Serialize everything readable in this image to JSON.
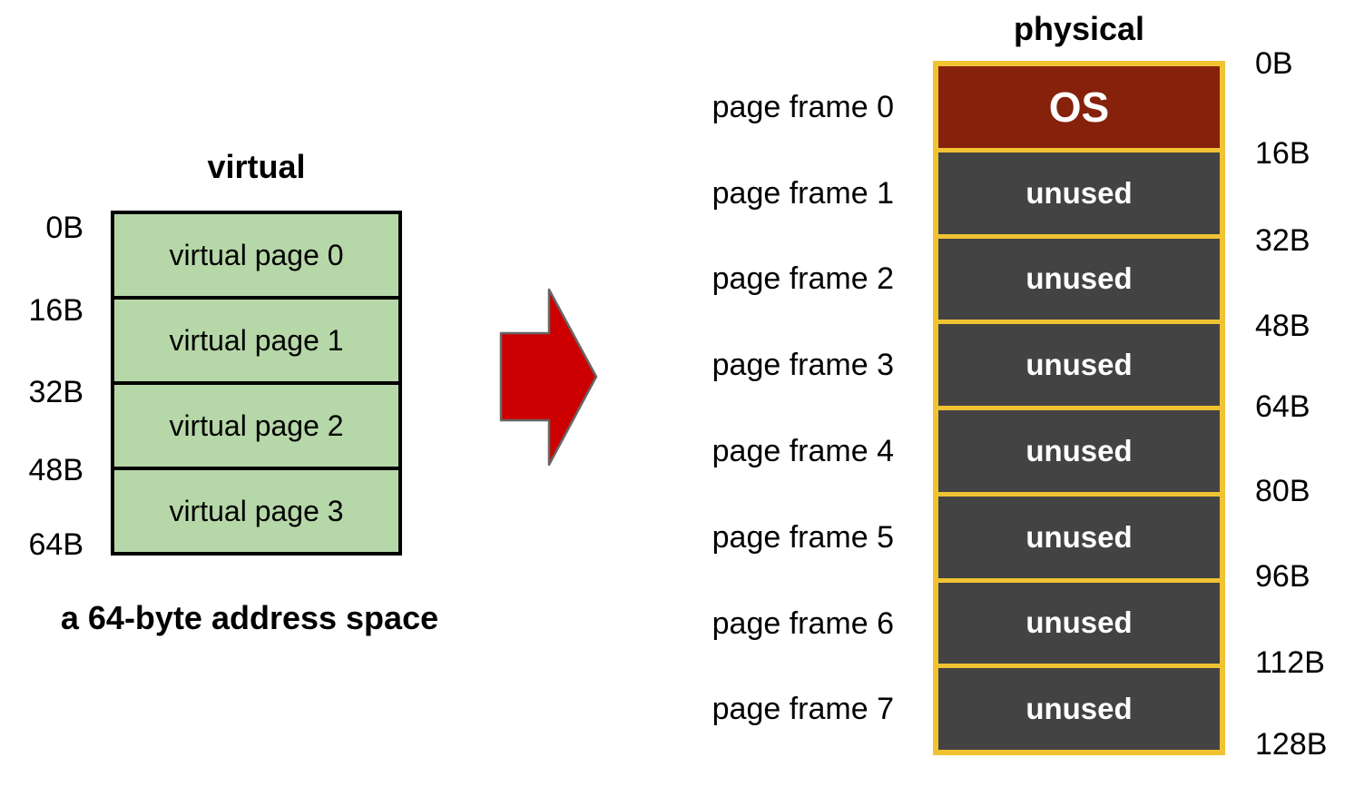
{
  "virtual": {
    "title": "virtual",
    "addresses": [
      "0B",
      "16B",
      "32B",
      "48B",
      "64B"
    ],
    "pages": [
      "virtual page 0",
      "virtual page 1",
      "virtual page 2",
      "virtual page 3"
    ],
    "caption": "a 64-byte address space"
  },
  "physical": {
    "title": "physical",
    "frame_labels": [
      "page frame 0",
      "page frame 1",
      "page frame 2",
      "page frame 3",
      "page frame 4",
      "page frame 5",
      "page frame 6",
      "page frame 7"
    ],
    "blocks": [
      "OS",
      "unused",
      "unused",
      "unused",
      "unused",
      "unused",
      "unused",
      "unused"
    ],
    "addresses": [
      "0B",
      "16B",
      "32B",
      "48B",
      "64B",
      "80B",
      "96B",
      "112B",
      "128B"
    ]
  },
  "colors": {
    "virtual_page_fill": "#b6d7a8",
    "os_fill": "#86210b",
    "unused_fill": "#434343",
    "frame_border": "#f1c232",
    "arrow_fill": "#cc0000",
    "arrow_stroke": "#666666"
  }
}
